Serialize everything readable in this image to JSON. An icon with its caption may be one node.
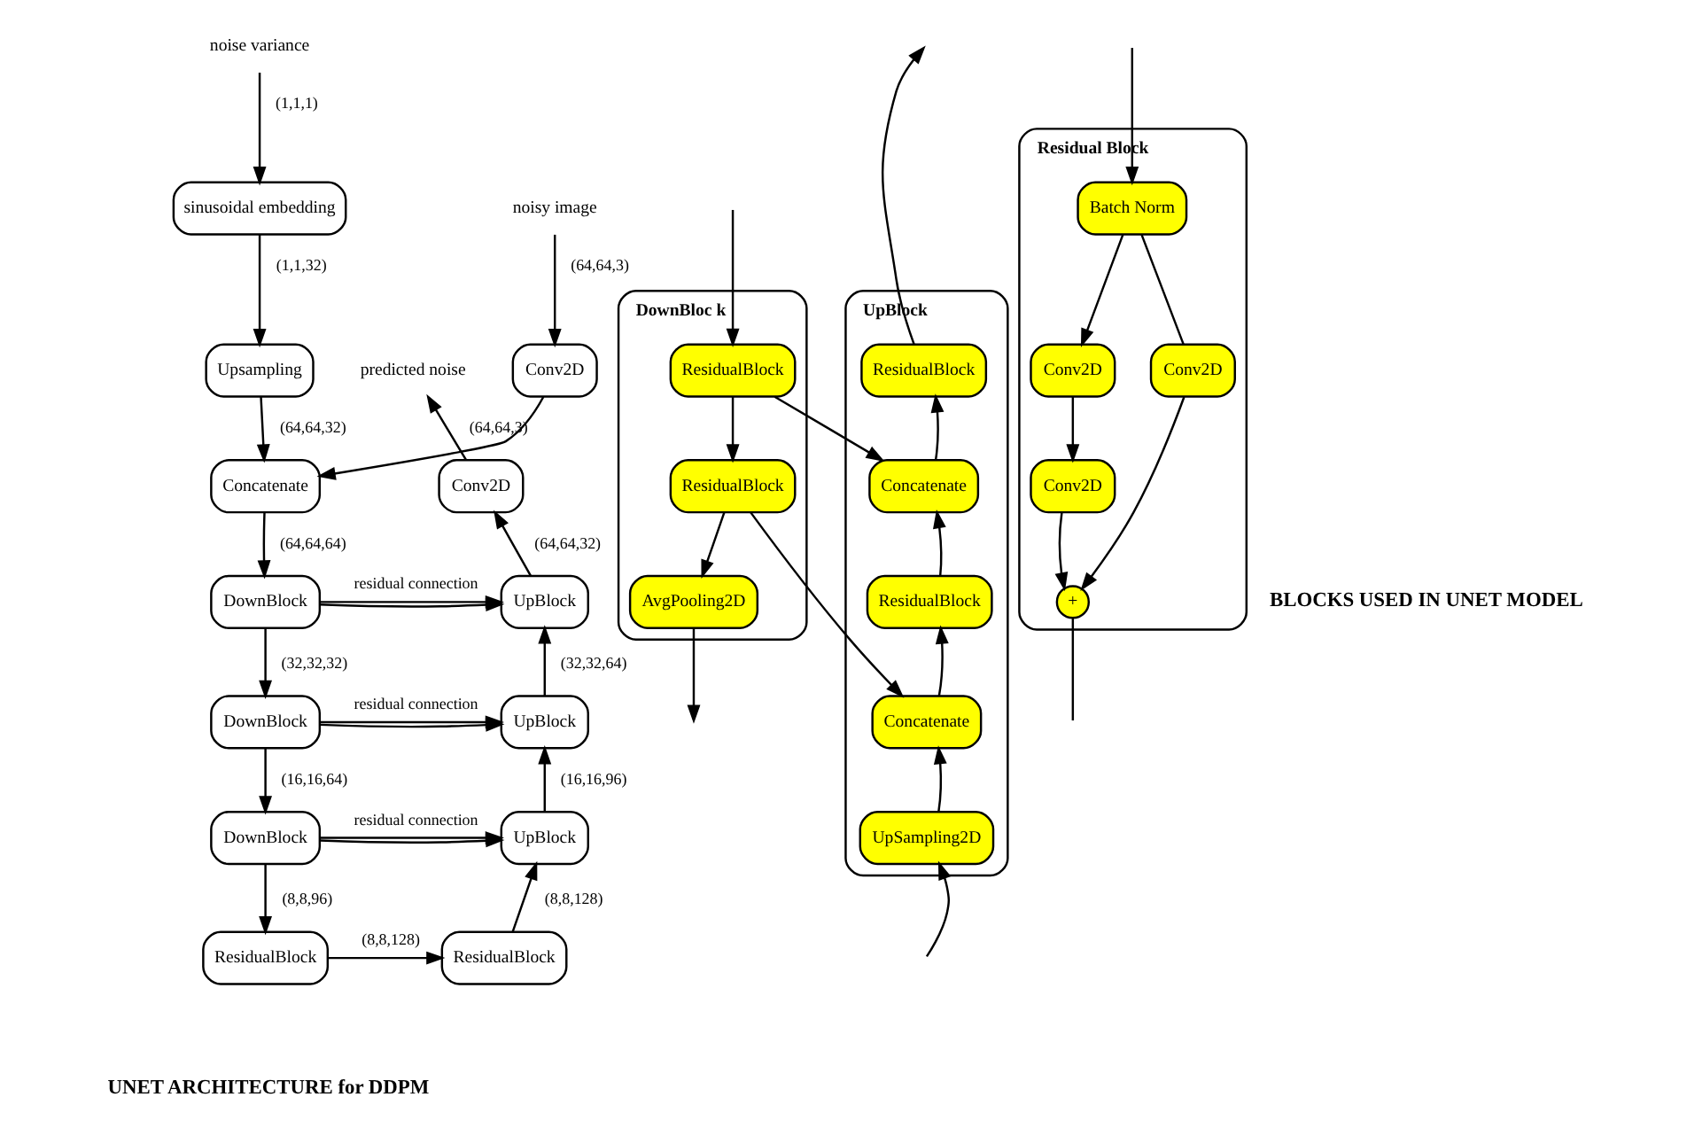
{
  "diagram": {
    "nodes": [
      {
        "text": [
          "noise variance"
        ]
      },
      {
        "text": [
          "noisy image"
        ]
      },
      {
        "text": [
          "sinusoidal embedding"
        ]
      },
      {
        "text": [
          "Upsampling"
        ]
      },
      {
        "text": [
          "Conv2D"
        ]
      },
      {
        "text": [
          "Concatenate"
        ]
      },
      {
        "text": [
          "DownBlock"
        ]
      },
      {
        "text": [
          "DownBlock"
        ]
      },
      {
        "text": [
          "DownBlock"
        ]
      },
      {
        "text": [
          "ResidualBlock"
        ]
      },
      {
        "text": [
          "ResidualBlock"
        ]
      },
      {
        "text": [
          "UpBlock"
        ]
      },
      {
        "text": [
          "UpBlock"
        ]
      },
      {
        "text": [
          "UpBlock"
        ]
      },
      {
        "text": [
          "Conv2D"
        ]
      },
      {
        "text": [
          "predicted noise"
        ]
      },
      {
        "text": [
          "DownBloc k"
        ]
      },
      {
        "text": [
          "ResidualBlock"
        ],
        "in": 16
      },
      {
        "text": [
          "ResidualBlock"
        ],
        "in": 16
      },
      {
        "text": [
          "AvgPooling2D"
        ],
        "in": 16
      },
      {
        "text": [
          "UpBlock"
        ]
      },
      {
        "text": [
          "ResidualBlock"
        ],
        "in": 20
      },
      {
        "text": [
          "Concatenate"
        ],
        "in": 20
      },
      {
        "text": [
          "ResidualBlock"
        ],
        "in": 20
      },
      {
        "text": [
          "Concatenate"
        ],
        "in": 20
      },
      {
        "text": [
          "UpSampling2D"
        ],
        "in": 20
      },
      {
        "text": [
          "Residual Block"
        ]
      },
      {
        "text": [
          "Batch Norm"
        ],
        "in": 26
      },
      {
        "text": [
          "Conv2D"
        ],
        "in": 26
      },
      {
        "text": [
          "Conv2D"
        ],
        "in": 26
      },
      {
        "text": [
          "+"
        ],
        "in": 26
      },
      {
        "text": [
          "Conv2D"
        ],
        "in": 26
      }
    ],
    "edges": [
      {
        "from": 0,
        "to": 2,
        "arrow": "to",
        "label": "(1,1,1)"
      },
      {
        "from": 1,
        "to": 4,
        "arrow": "to",
        "label": "(64,64,3)"
      },
      {
        "from": 2,
        "to": 3,
        "arrow": "to",
        "label": "(1,1,32)"
      },
      {
        "from": 3,
        "to": 5,
        "arrow": "to",
        "label": "(64,64,32)"
      },
      {
        "from": 4,
        "to": 5,
        "arrow": "to"
      },
      {
        "from": 5,
        "to": 6,
        "arrow": "to",
        "label": "(64,64,64)"
      },
      {
        "from": 6,
        "to": 7,
        "arrow": "to",
        "label": "(32,32,32)"
      },
      {
        "from": 7,
        "to": 8,
        "arrow": "to",
        "label": "(16,16,64)"
      },
      {
        "from": 8,
        "to": 9,
        "arrow": "to",
        "label": "(8,8,96)"
      },
      {
        "from": 9,
        "to": 10,
        "arrow": "to",
        "label": "(8,8,128)"
      },
      {
        "from": 10,
        "to": 11,
        "arrow": "to",
        "label": "(8,8,128)"
      },
      {
        "from": 11,
        "to": 12,
        "arrow": "to",
        "label": "(16,16,96)"
      },
      {
        "from": 12,
        "to": 13,
        "arrow": "to",
        "label": "(32,32,64)"
      },
      {
        "from": 13,
        "to": 14,
        "arrow": "to",
        "label": "(64,64,32)"
      },
      {
        "from": 14,
        "to": 15,
        "arrow": "to",
        "label": "(64,64,3)"
      },
      {
        "from": 6,
        "to": 13,
        "arrow": "to",
        "label": "residual connection"
      },
      {
        "from": 6,
        "to": 13,
        "arrow": "to"
      },
      {
        "from": 7,
        "to": 12,
        "arrow": "to",
        "label": "residual connection"
      },
      {
        "from": 7,
        "to": 12,
        "arrow": "to"
      },
      {
        "from": 8,
        "to": 11,
        "arrow": "to",
        "label": "residual connection"
      },
      {
        "from": 8,
        "to": 11,
        "arrow": "to"
      },
      {
        "from": null,
        "to": 17,
        "arrow": "to"
      },
      {
        "from": 17,
        "to": 18,
        "arrow": "to"
      },
      {
        "from": 18,
        "to": 19,
        "arrow": "to"
      },
      {
        "from": 19,
        "to": null,
        "arrow": "to"
      },
      {
        "from": 17,
        "to": 22,
        "arrow": "to"
      },
      {
        "from": 18,
        "to": 24,
        "arrow": "to"
      },
      {
        "from": null,
        "to": 25,
        "arrow": "to"
      },
      {
        "from": 25,
        "to": 24,
        "arrow": "to"
      },
      {
        "from": 24,
        "to": 23,
        "arrow": "to"
      },
      {
        "from": 23,
        "to": 22,
        "arrow": "to"
      },
      {
        "from": 22,
        "to": 21,
        "arrow": "to"
      },
      {
        "from": 21,
        "to": null,
        "arrow": "to"
      },
      {
        "from": null,
        "to": 27,
        "arrow": "to"
      },
      {
        "from": 27,
        "to": 28,
        "arrow": "to"
      },
      {
        "from": 28,
        "to": 29,
        "arrow": "to"
      },
      {
        "from": 29,
        "to": 30,
        "arrow": "to"
      },
      {
        "from": 27,
        "to": 31,
        "arrow": "none"
      },
      {
        "from": 31,
        "to": 30,
        "arrow": "to"
      },
      {
        "from": 30,
        "to": null,
        "arrow": "none"
      }
    ],
    "labels": [
      "UNET ARCHITECTURE for DDPM",
      "BLOCKS USED IN UNET MODEL"
    ]
  }
}
